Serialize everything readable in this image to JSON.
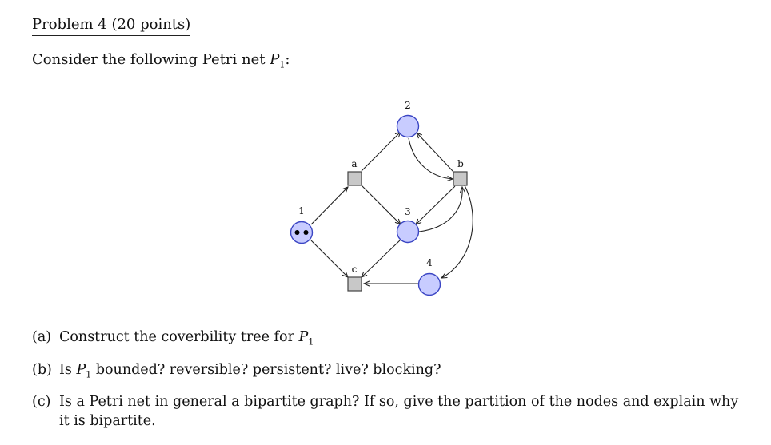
{
  "problem": {
    "heading": "Problem 4 (20 points)",
    "intro_text": "Consider the following Petri net ",
    "intro_symbol": "P",
    "intro_sub": "1",
    "intro_suffix": ":"
  },
  "petri_net": {
    "places": [
      {
        "id": "1",
        "label": "1",
        "tokens": 2
      },
      {
        "id": "2",
        "label": "2",
        "tokens": 0
      },
      {
        "id": "3",
        "label": "3",
        "tokens": 0
      },
      {
        "id": "4",
        "label": "4",
        "tokens": 0
      }
    ],
    "transitions": [
      {
        "id": "a",
        "label": "a"
      },
      {
        "id": "b",
        "label": "b"
      },
      {
        "id": "c",
        "label": "c"
      }
    ],
    "arcs": [
      {
        "from": "1",
        "to": "a"
      },
      {
        "from": "a",
        "to": "2"
      },
      {
        "from": "a",
        "to": "3"
      },
      {
        "from": "2",
        "to": "b"
      },
      {
        "from": "b",
        "to": "2"
      },
      {
        "from": "3",
        "to": "b"
      },
      {
        "from": "b",
        "to": "3"
      },
      {
        "from": "b",
        "to": "4"
      },
      {
        "from": "1",
        "to": "c"
      },
      {
        "from": "3",
        "to": "c"
      },
      {
        "from": "4",
        "to": "c"
      }
    ],
    "colors": {
      "place_fill": "#c8ccff",
      "place_stroke": "#3b46c4",
      "transition_fill": "#c8c8c8",
      "transition_stroke": "#444444"
    }
  },
  "questions": [
    {
      "label": "(a)",
      "text": "Construct the coverbility tree for ",
      "symbol": "P",
      "sub": "1",
      "after": ""
    },
    {
      "label": "(b)",
      "text": "Is ",
      "symbol": "P",
      "sub": "1",
      "after": " bounded? reversible? persistent? live? blocking?"
    },
    {
      "label": "(c)",
      "text": "Is a Petri net in general a bipartite graph? If so, give the partition of the nodes and explain why it is bipartite.",
      "symbol": "",
      "sub": "",
      "after": ""
    }
  ]
}
